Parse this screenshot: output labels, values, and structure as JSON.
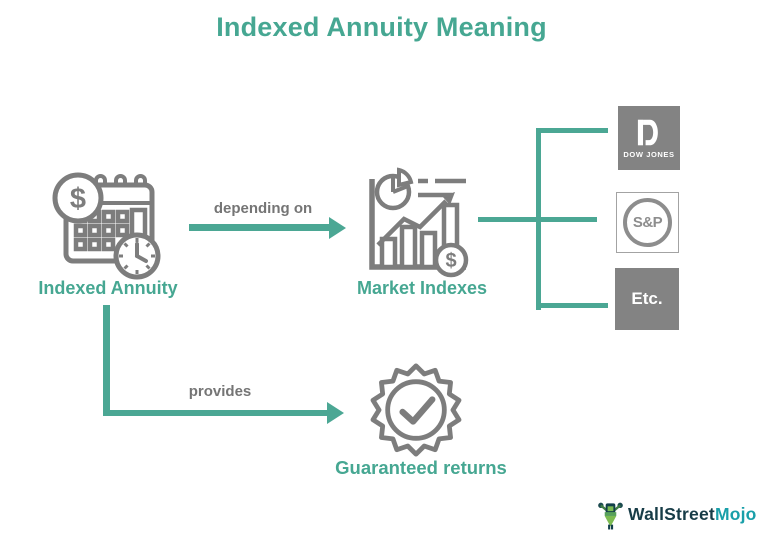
{
  "title": "Indexed Annuity Meaning",
  "nodes": {
    "indexed_annuity": {
      "label": "Indexed Annuity"
    },
    "market_indexes": {
      "label": "Market Indexes"
    },
    "guaranteed_returns": {
      "label": "Guaranteed returns"
    }
  },
  "edges": {
    "depending_on": {
      "label": "depending on"
    },
    "provides": {
      "label": "provides"
    }
  },
  "index_boxes": [
    {
      "label": "DOW JONES"
    },
    {
      "label": "S&P"
    },
    {
      "label": "Etc."
    }
  ],
  "icons": {
    "dollar_sign": "$"
  },
  "logo": {
    "brand_primary": "WallStreet",
    "brand_secondary": "Mojo"
  },
  "colors": {
    "teal": "#4BA794",
    "icon_gray": "#7D7D7D",
    "text_gray": "#757575",
    "box_gray": "#838383",
    "logo_navy": "#173C47",
    "logo_teal": "#199FA9"
  }
}
